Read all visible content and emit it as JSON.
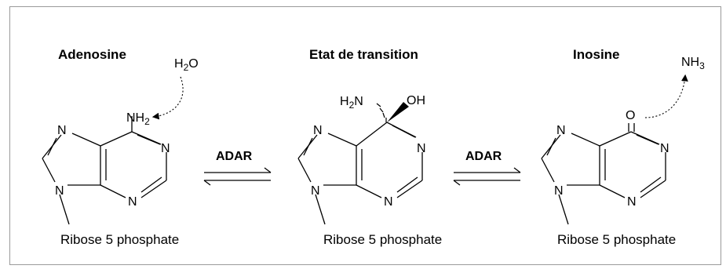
{
  "molecules": {
    "adenosine": {
      "title": "Adenosine",
      "substituent": "NH",
      "substituent_sub": "2",
      "sugar": "Ribose 5 phosphate"
    },
    "transition": {
      "title": "Etat de transition",
      "substituent_left": "H",
      "substituent_left_sub": "2",
      "substituent_left_tail": "N",
      "substituent_right": "OH",
      "sugar": "Ribose 5 phosphate"
    },
    "inosine": {
      "title": "Inosine",
      "substituent": "O",
      "sugar": "Ribose 5 phosphate"
    }
  },
  "reagents": {
    "water": {
      "main": "H",
      "sub": "2",
      "tail": "O"
    },
    "ammonia": {
      "main": "NH",
      "sub": "3"
    }
  },
  "ring_atoms": {
    "nitrogen": "N"
  },
  "enzymes": {
    "step1": "ADAR",
    "step2": "ADAR"
  }
}
